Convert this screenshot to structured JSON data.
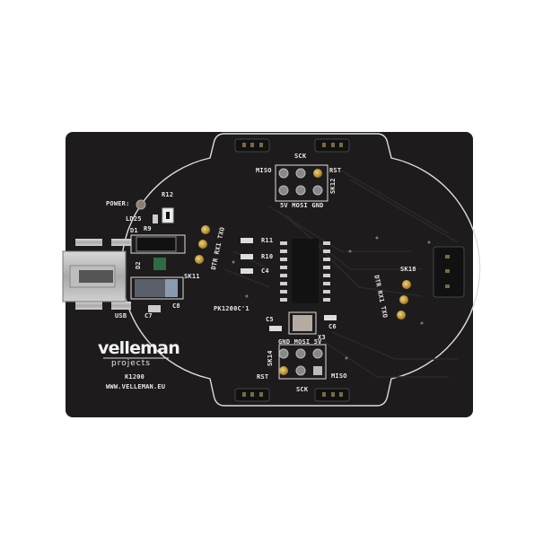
{
  "board": {
    "colors": {
      "pcb": "#1e1b1c",
      "silkscreen": "#e8e8e8",
      "gold": "#c9a23a",
      "pad": "#9a9a9a"
    },
    "logo": {
      "brand": "velleman",
      "sub": "projects"
    },
    "kit": "K1200",
    "url": "WWW.VELLEMAN.EU",
    "part": "PK1200C'1",
    "labels": {
      "power": "POWER:",
      "r12": "R12",
      "ld25": "LD25",
      "d1": "D1",
      "r9": "R9",
      "d2": "D2",
      "usb": "USB",
      "c7": "C7",
      "c8": "C8",
      "sk11": "SK11",
      "sk11_pins": "DTR RX1 TXO",
      "r11": "R11",
      "r10": "R10",
      "c4": "C4",
      "c5": "C5",
      "c6": "C6",
      "x3": "X3",
      "top_miso": "MISO",
      "top_sck": "SCK",
      "top_rst": "RST",
      "sk12": "SK12",
      "top_row": "5V MOSI GND",
      "bot_row": "GND MOSI 5V",
      "sk14": "SK14",
      "bot_rst": "RST",
      "bot_sck": "SCK",
      "bot_miso": "MISO",
      "sk18": "SK18",
      "sk18_pins": "DTR RX1 TXO"
    }
  }
}
